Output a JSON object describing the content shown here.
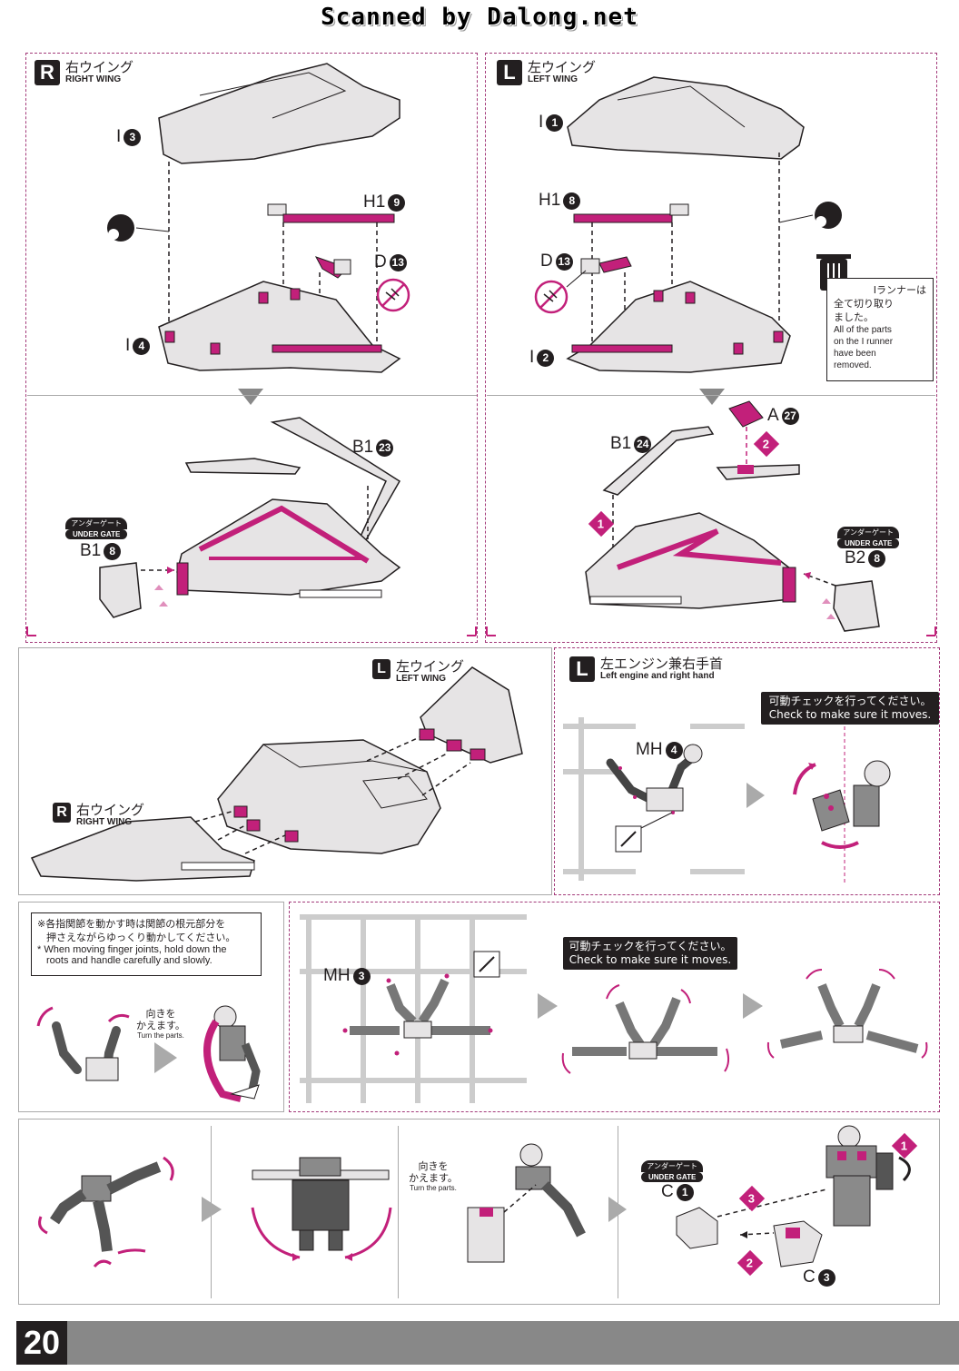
{
  "watermark": "Scanned by Dalong.net",
  "page_number": "20",
  "colors": {
    "accent": "#c2207a",
    "ink": "#231f20",
    "part_grey": "#e6e4e5",
    "bar_grey": "#888888"
  },
  "right_wing_top": {
    "badge": "R",
    "title_jp": "右ウイング",
    "title_en": "RIGHT WING",
    "parts": {
      "i3": "I",
      "i3n": "3",
      "h19": "H1",
      "h19n": "9",
      "d13": "D",
      "d13n": "13",
      "i4": "I",
      "i4n": "4",
      "b123": "B1",
      "b123n": "23",
      "b18": "B1",
      "b18n": "8"
    },
    "under_gate_jp": "アンダーゲート",
    "under_gate_en": "UNDER GATE",
    "icons": [
      "sanding-icon",
      "no-cut-icon"
    ]
  },
  "left_wing_top": {
    "badge": "L",
    "title_jp": "左ウイング",
    "title_en": "LEFT WING",
    "parts": {
      "i1": "I",
      "i1n": "1",
      "h18": "H1",
      "h18n": "8",
      "d13": "D",
      "d13n": "13",
      "i2": "I",
      "i2n": "2",
      "a27": "A",
      "a27n": "27",
      "b124": "B1",
      "b124n": "24",
      "b28": "B2",
      "b28n": "8"
    },
    "steps": [
      "1",
      "2"
    ],
    "under_gate_jp": "アンダーゲート",
    "under_gate_en": "UNDER GATE",
    "runner_note": {
      "jp1": "Iランナーは",
      "jp2": "全て切り取り",
      "jp3": "ました。",
      "en1": "All of the parts",
      "en2": "on the I runner",
      "en3": "have been",
      "en4": "removed."
    },
    "icons": [
      "sanding-icon",
      "trash-icon",
      "no-cut-icon"
    ]
  },
  "assembly_mid": {
    "left_badge": "L",
    "left_jp": "左ウイング",
    "left_en": "LEFT WING",
    "right_badge": "R",
    "right_jp": "右ウイング",
    "right_en": "RIGHT WING"
  },
  "engine_panel": {
    "badge": "L",
    "title_jp": "左エンジン兼右手首",
    "title_en": "Left engine and right hand",
    "part": "MH",
    "part_n": "4",
    "check_jp": "可動チェックを行ってください。",
    "check_en": "Check to make sure it moves."
  },
  "finger_note": {
    "jp1": "※各指関節を動かす時は関節の根元部分を",
    "jp2": "押さえながらゆっくり動かしてください。",
    "en1": "* When moving finger joints, hold down the",
    "en2": "roots and handle carefully and slowly.",
    "turn_jp1": "向きを",
    "turn_jp2": "かえます。",
    "turn_en": "Turn the parts."
  },
  "mh3_panel": {
    "part": "MH",
    "part_n": "3",
    "check_jp": "可動チェックを行ってください。",
    "check_en": "Check to make sure it moves."
  },
  "bottom_row": {
    "turn_jp1": "向きを",
    "turn_jp2": "かえます。",
    "turn_en": "Turn the parts.",
    "under_gate_jp": "アンダーゲート",
    "under_gate_en": "UNDER GATE",
    "c1": "C",
    "c1n": "1",
    "c3": "C",
    "c3n": "3",
    "steps": [
      "1",
      "2",
      "3"
    ]
  }
}
